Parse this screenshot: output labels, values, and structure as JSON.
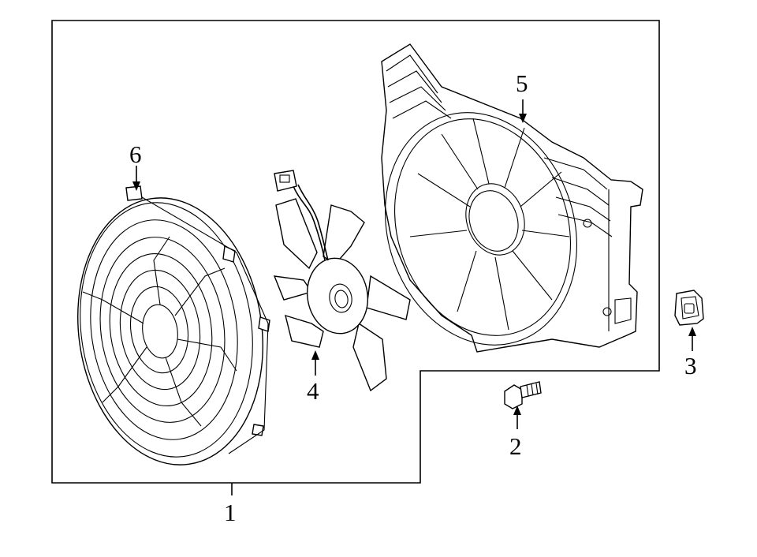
{
  "callouts": [
    {
      "id": "1",
      "label": "1"
    },
    {
      "id": "2",
      "label": "2"
    },
    {
      "id": "3",
      "label": "3"
    },
    {
      "id": "4",
      "label": "4"
    },
    {
      "id": "5",
      "label": "5"
    },
    {
      "id": "6",
      "label": "6"
    }
  ],
  "parts": {
    "1": "fan-assembly-group",
    "2": "bolt",
    "3": "clip-nut",
    "4": "fan-blade",
    "5": "shroud",
    "6": "fan-guard"
  },
  "colors": {
    "line": "#000000",
    "background": "#ffffff"
  }
}
